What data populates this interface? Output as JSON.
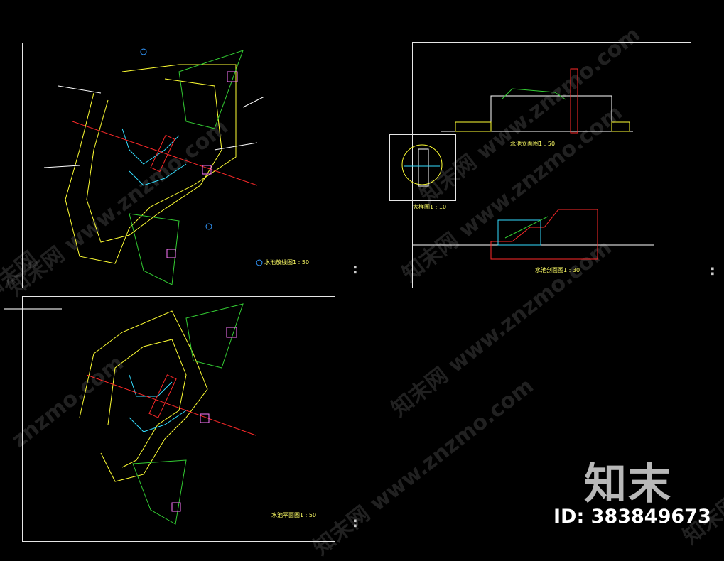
{
  "watermarks": [
    "知末网 www.znzmo.com",
    "知末网 www.znzmo.com",
    "知末网 www.znzmo.com",
    "znzmo.com",
    "知末网 www.znzmo.com",
    "知末网 www.znzmo.com",
    "知末网",
    "知末网"
  ],
  "brand": {
    "logo_text": "知末",
    "id_text": "ID: 383849673"
  },
  "sheets": {
    "plan_top": {
      "title": "水池放线图1 : 50"
    },
    "plan_bottom": {
      "title": "水池平面图1 : 50"
    },
    "elevation": {
      "title": "水池立面图1 : 50",
      "section_title": "水池剖面图1 : 30",
      "detail_title": "大样图1 : 10"
    }
  },
  "colors": {
    "frame": "#e6e6e6",
    "cad_yellow": "#ffff33",
    "cad_green": "#33cc33",
    "cad_red": "#ff2a2a",
    "cad_cyan": "#33ddff",
    "cad_white": "#ffffff"
  }
}
